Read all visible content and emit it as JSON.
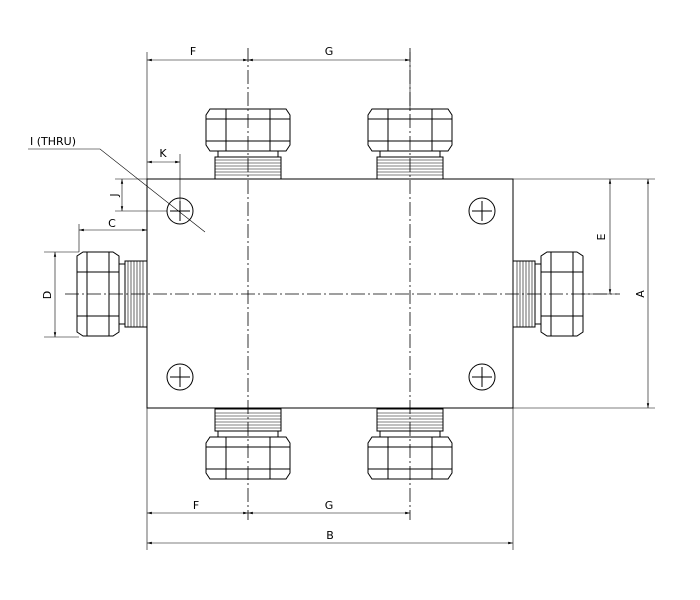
{
  "drawing": {
    "type": "manifold block with six fittings",
    "labels": {
      "A": "A",
      "B": "B",
      "C": "C",
      "D": "D",
      "E": "E",
      "F_top": "F",
      "G_top": "G",
      "F_bottom": "F",
      "G_bottom": "G",
      "I": "I (THRU)",
      "J": "J",
      "K": "K"
    }
  }
}
